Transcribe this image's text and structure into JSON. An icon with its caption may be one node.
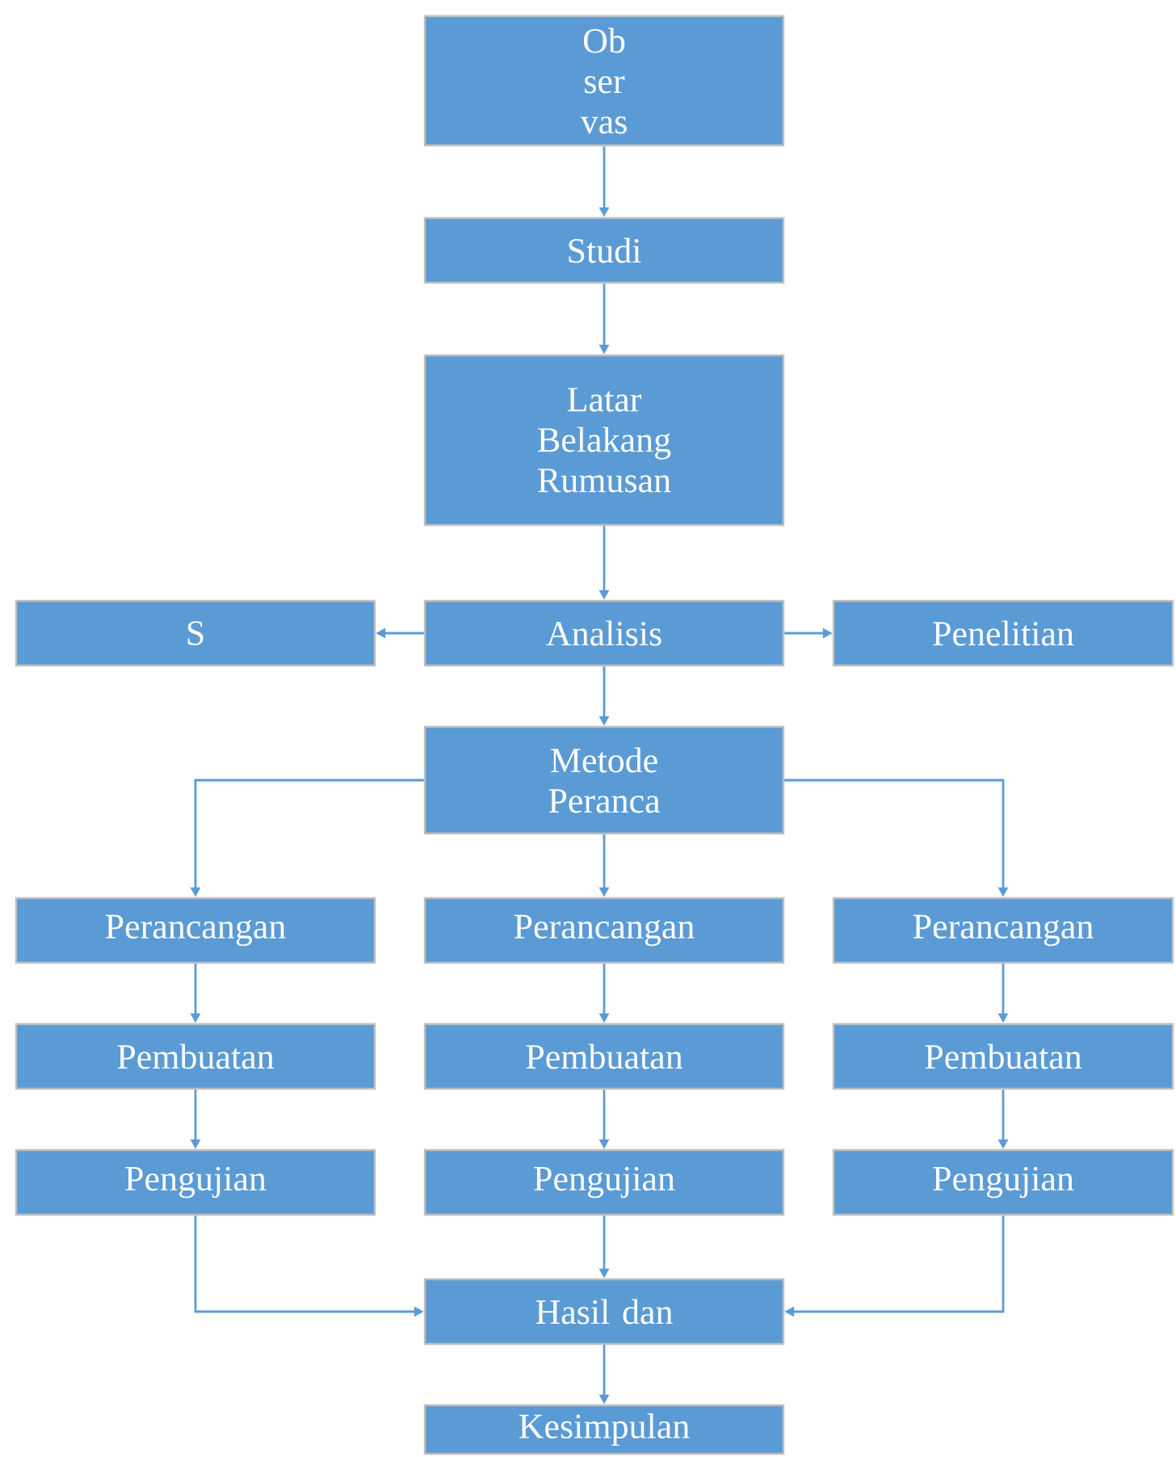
{
  "diagram": {
    "nodes": [
      {
        "text": [
          "Ob ser vas"
        ]
      },
      {
        "text": [
          "Studi"
        ]
      },
      {
        "text": [
          "Latar Belakang Rumusan"
        ]
      },
      {
        "text": [
          "S"
        ]
      },
      {
        "text": [
          "Analisis"
        ]
      },
      {
        "text": [
          "Penelitian"
        ]
      },
      {
        "text": [
          "Metode Peranca"
        ]
      },
      {
        "text": [
          "Perancangan"
        ]
      },
      {
        "text": [
          "Perancangan"
        ]
      },
      {
        "text": [
          "Perancangan"
        ]
      },
      {
        "text": [
          "Pembuatan"
        ]
      },
      {
        "text": [
          "Pembuatan"
        ]
      },
      {
        "text": [
          "Pembuatan"
        ]
      },
      {
        "text": [
          "Pengujian"
        ]
      },
      {
        "text": [
          "Pengujian"
        ]
      },
      {
        "text": [
          "Pengujian"
        ]
      },
      {
        "text": [
          "Hasil dan"
        ]
      },
      {
        "text": [
          "Kesimpulan"
        ]
      }
    ],
    "edges": [
      {
        "from": 0,
        "to": 1,
        "arrow": "to"
      },
      {
        "from": 1,
        "to": 2,
        "arrow": "to"
      },
      {
        "from": 2,
        "to": 4,
        "arrow": "to"
      },
      {
        "from": 4,
        "to": 3,
        "arrow": "to"
      },
      {
        "from": 4,
        "to": 5,
        "arrow": "to"
      },
      {
        "from": 4,
        "to": 6,
        "arrow": "to"
      },
      {
        "from": 6,
        "to": 7,
        "arrow": "to"
      },
      {
        "from": 6,
        "to": 8,
        "arrow": "to"
      },
      {
        "from": 6,
        "to": 9,
        "arrow": "to"
      },
      {
        "from": 7,
        "to": 10,
        "arrow": "to"
      },
      {
        "from": 8,
        "to": 11,
        "arrow": "to"
      },
      {
        "from": 9,
        "to": 12,
        "arrow": "to"
      },
      {
        "from": 10,
        "to": 13,
        "arrow": "to"
      },
      {
        "from": 11,
        "to": 14,
        "arrow": "to"
      },
      {
        "from": 12,
        "to": 15,
        "arrow": "to"
      },
      {
        "from": 13,
        "to": 16,
        "arrow": "to"
      },
      {
        "from": 14,
        "to": 16,
        "arrow": "to"
      },
      {
        "from": 15,
        "to": 16,
        "arrow": "to"
      },
      {
        "from": 16,
        "to": 17,
        "arrow": "to"
      }
    ]
  }
}
